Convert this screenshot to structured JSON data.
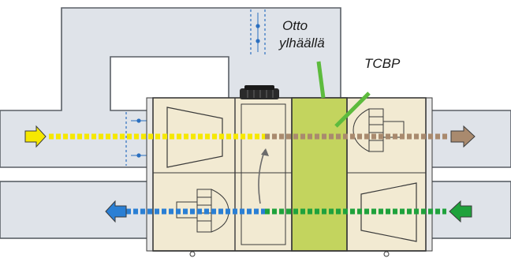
{
  "labels": {
    "otto_line1": "Otto",
    "otto_line2": "ylhäällä",
    "tcbp": "TCBP"
  },
  "colors": {
    "duct_fill": "#dfe3e9",
    "duct_stroke": "#5a5f66",
    "unit_fill": "#f2ead2",
    "unit_stroke": "#3a3a3a",
    "tcbp_fill": "#c3d45e",
    "tcbp_marker": "#5dbb3d",
    "supply_air": "#f6e800",
    "extract_air_out": "#a98a6e",
    "extract_air_in": "#2a7fd4",
    "fresh_air": "#1fa23c",
    "damper": "#2a6fc0"
  },
  "icons": {
    "supply_in_arrow": "arrow-right-icon",
    "exhaust_out_arrow": "arrow-right-icon",
    "extract_in_arrow": "arrow-left-icon",
    "fresh_in_arrow": "arrow-left-icon",
    "top_fan": "fan-motor-icon",
    "damper": "damper-icon",
    "rotation": "curved-arrow-icon"
  }
}
